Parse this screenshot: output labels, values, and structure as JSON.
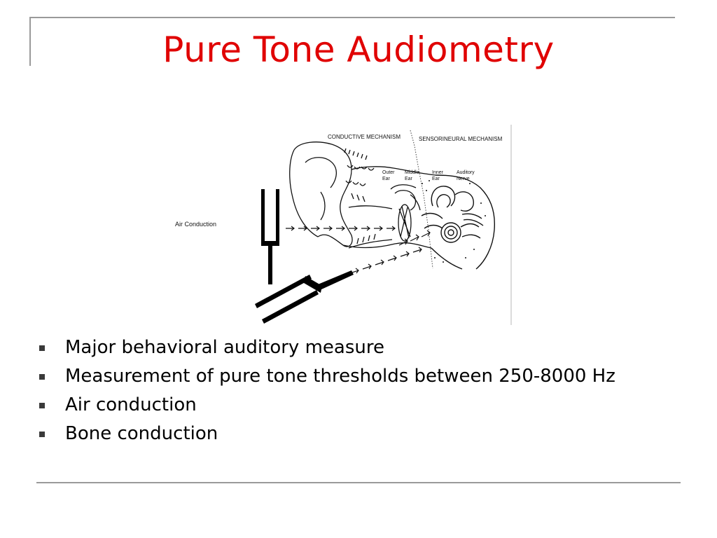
{
  "slide": {
    "title": "Pure Tone Audiometry",
    "title_color": "#e00000",
    "frame_color": "#9a9a9a"
  },
  "figure": {
    "header_left": "CONDUCTIVE MECHANISM",
    "header_right": "SENSORINEURAL MECHANISM",
    "label_outer_1": "Outer",
    "label_outer_2": "Ear",
    "label_middle_1": "Middle",
    "label_middle_2": "Ear",
    "label_inner_1": "Inner",
    "label_inner_2": "Ear",
    "label_nerve_1": "Auditory",
    "label_nerve_2": "Nerve",
    "air_conduction_label": "Air Conduction"
  },
  "bullets": [
    {
      "text": "Major behavioral auditory measure"
    },
    {
      "text": "Measurement of pure tone thresholds between 250-8000 Hz"
    },
    {
      "text": "Air conduction"
    },
    {
      "text": "Bone conduction"
    }
  ]
}
